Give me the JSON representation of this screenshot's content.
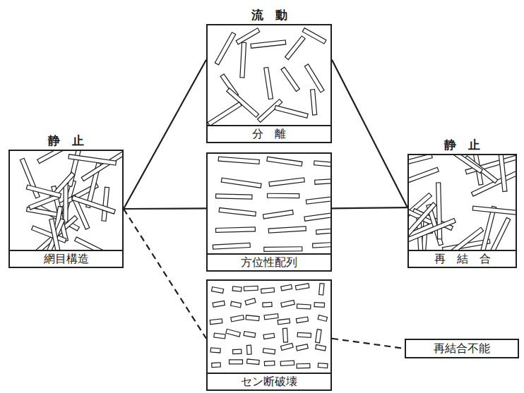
{
  "diagram": {
    "nodes": [
      {
        "text": [
          "静　止",
          "網目構造"
        ]
      },
      {
        "text": [
          "流　動",
          "分　離"
        ]
      },
      {
        "text": [
          "方位性配列"
        ]
      },
      {
        "text": [
          "セン断破壊"
        ]
      },
      {
        "text": [
          "静　止",
          "再　結　合"
        ]
      },
      {
        "text": [
          "再結合不能"
        ]
      }
    ],
    "edges": [
      {
        "from": 0,
        "to": 1,
        "arrow": "none"
      },
      {
        "from": 0,
        "to": 2,
        "arrow": "none"
      },
      {
        "from": 0,
        "to": 3,
        "arrow": "none"
      },
      {
        "from": 1,
        "to": 4,
        "arrow": "none"
      },
      {
        "from": 2,
        "to": 4,
        "arrow": "none"
      },
      {
        "from": 3,
        "to": 5,
        "arrow": "none"
      }
    ]
  }
}
